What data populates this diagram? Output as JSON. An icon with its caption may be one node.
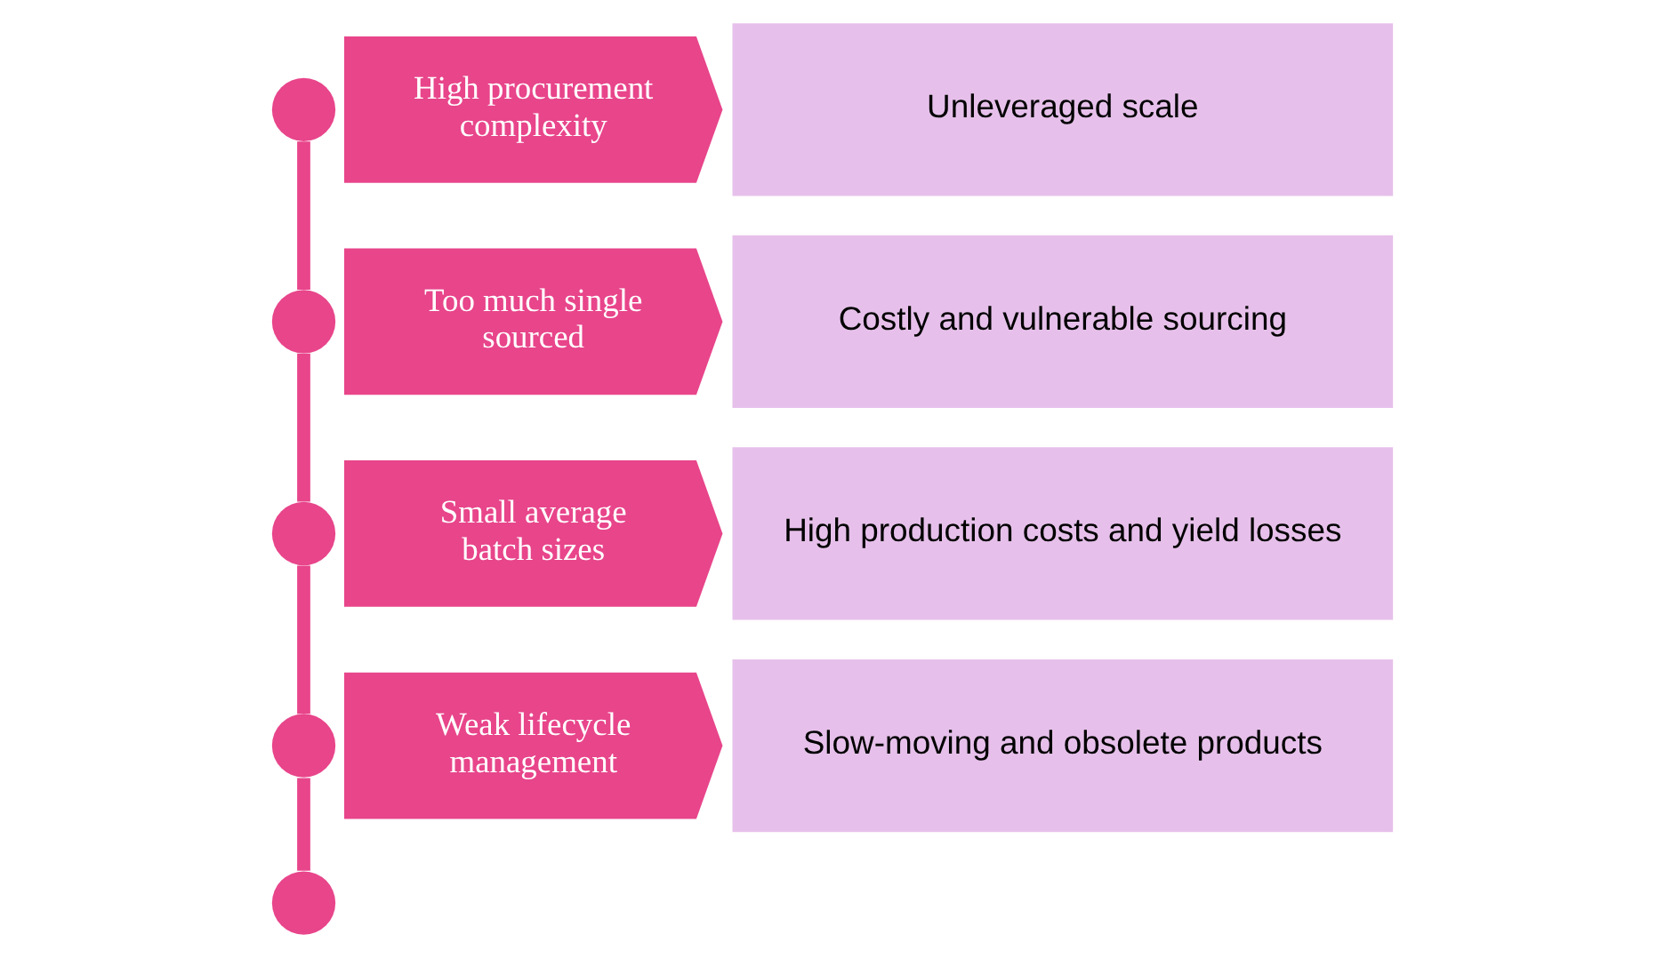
{
  "diagram": {
    "nodes": [
      {
        "text": [],
        "shape": "circle"
      },
      {
        "text": [
          "High procurement complexity"
        ]
      },
      {
        "text": [
          "Unleveraged scale"
        ]
      },
      {
        "text": [],
        "shape": "circle"
      },
      {
        "text": [
          "Too much single sourced"
        ]
      },
      {
        "text": [
          "Costly and vulnerable sourcing"
        ]
      },
      {
        "text": [],
        "shape": "circle"
      },
      {
        "text": [
          "Small average batch sizes"
        ]
      },
      {
        "text": [
          "High production costs and yield losses"
        ]
      },
      {
        "text": [],
        "shape": "circle"
      },
      {
        "text": [
          "Weak lifecycle management"
        ]
      },
      {
        "text": [
          "Slow-moving and obsolete products"
        ]
      },
      {
        "text": [],
        "shape": "circle"
      }
    ],
    "edges": [
      {
        "from": 0,
        "to": 3,
        "arrow": "none"
      },
      {
        "from": 3,
        "to": 6,
        "arrow": "none"
      },
      {
        "from": 6,
        "to": 9,
        "arrow": "none"
      },
      {
        "from": 9,
        "to": 12,
        "arrow": "none"
      }
    ]
  }
}
